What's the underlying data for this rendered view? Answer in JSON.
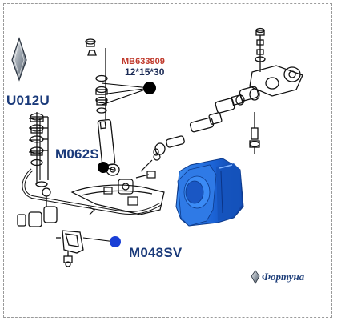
{
  "labels": {
    "u012u": "U012U",
    "m062s": "M062S",
    "m048sv": "M048SV",
    "mb633909": "MB633909",
    "size": "12*15*30"
  },
  "brand": {
    "name": "Фортуна"
  },
  "colors": {
    "label_blue": "#1a3a7a",
    "red_code": "#c0392b",
    "callout_dot": "#000000",
    "highlight_dot": "#1a3fd6",
    "part_blue": "#1b63d6",
    "line_art": "#111111"
  },
  "icons": {
    "top_left": "mitsubishi-style-diamond-logo",
    "bottom_right": "brand-diamond-logo"
  }
}
